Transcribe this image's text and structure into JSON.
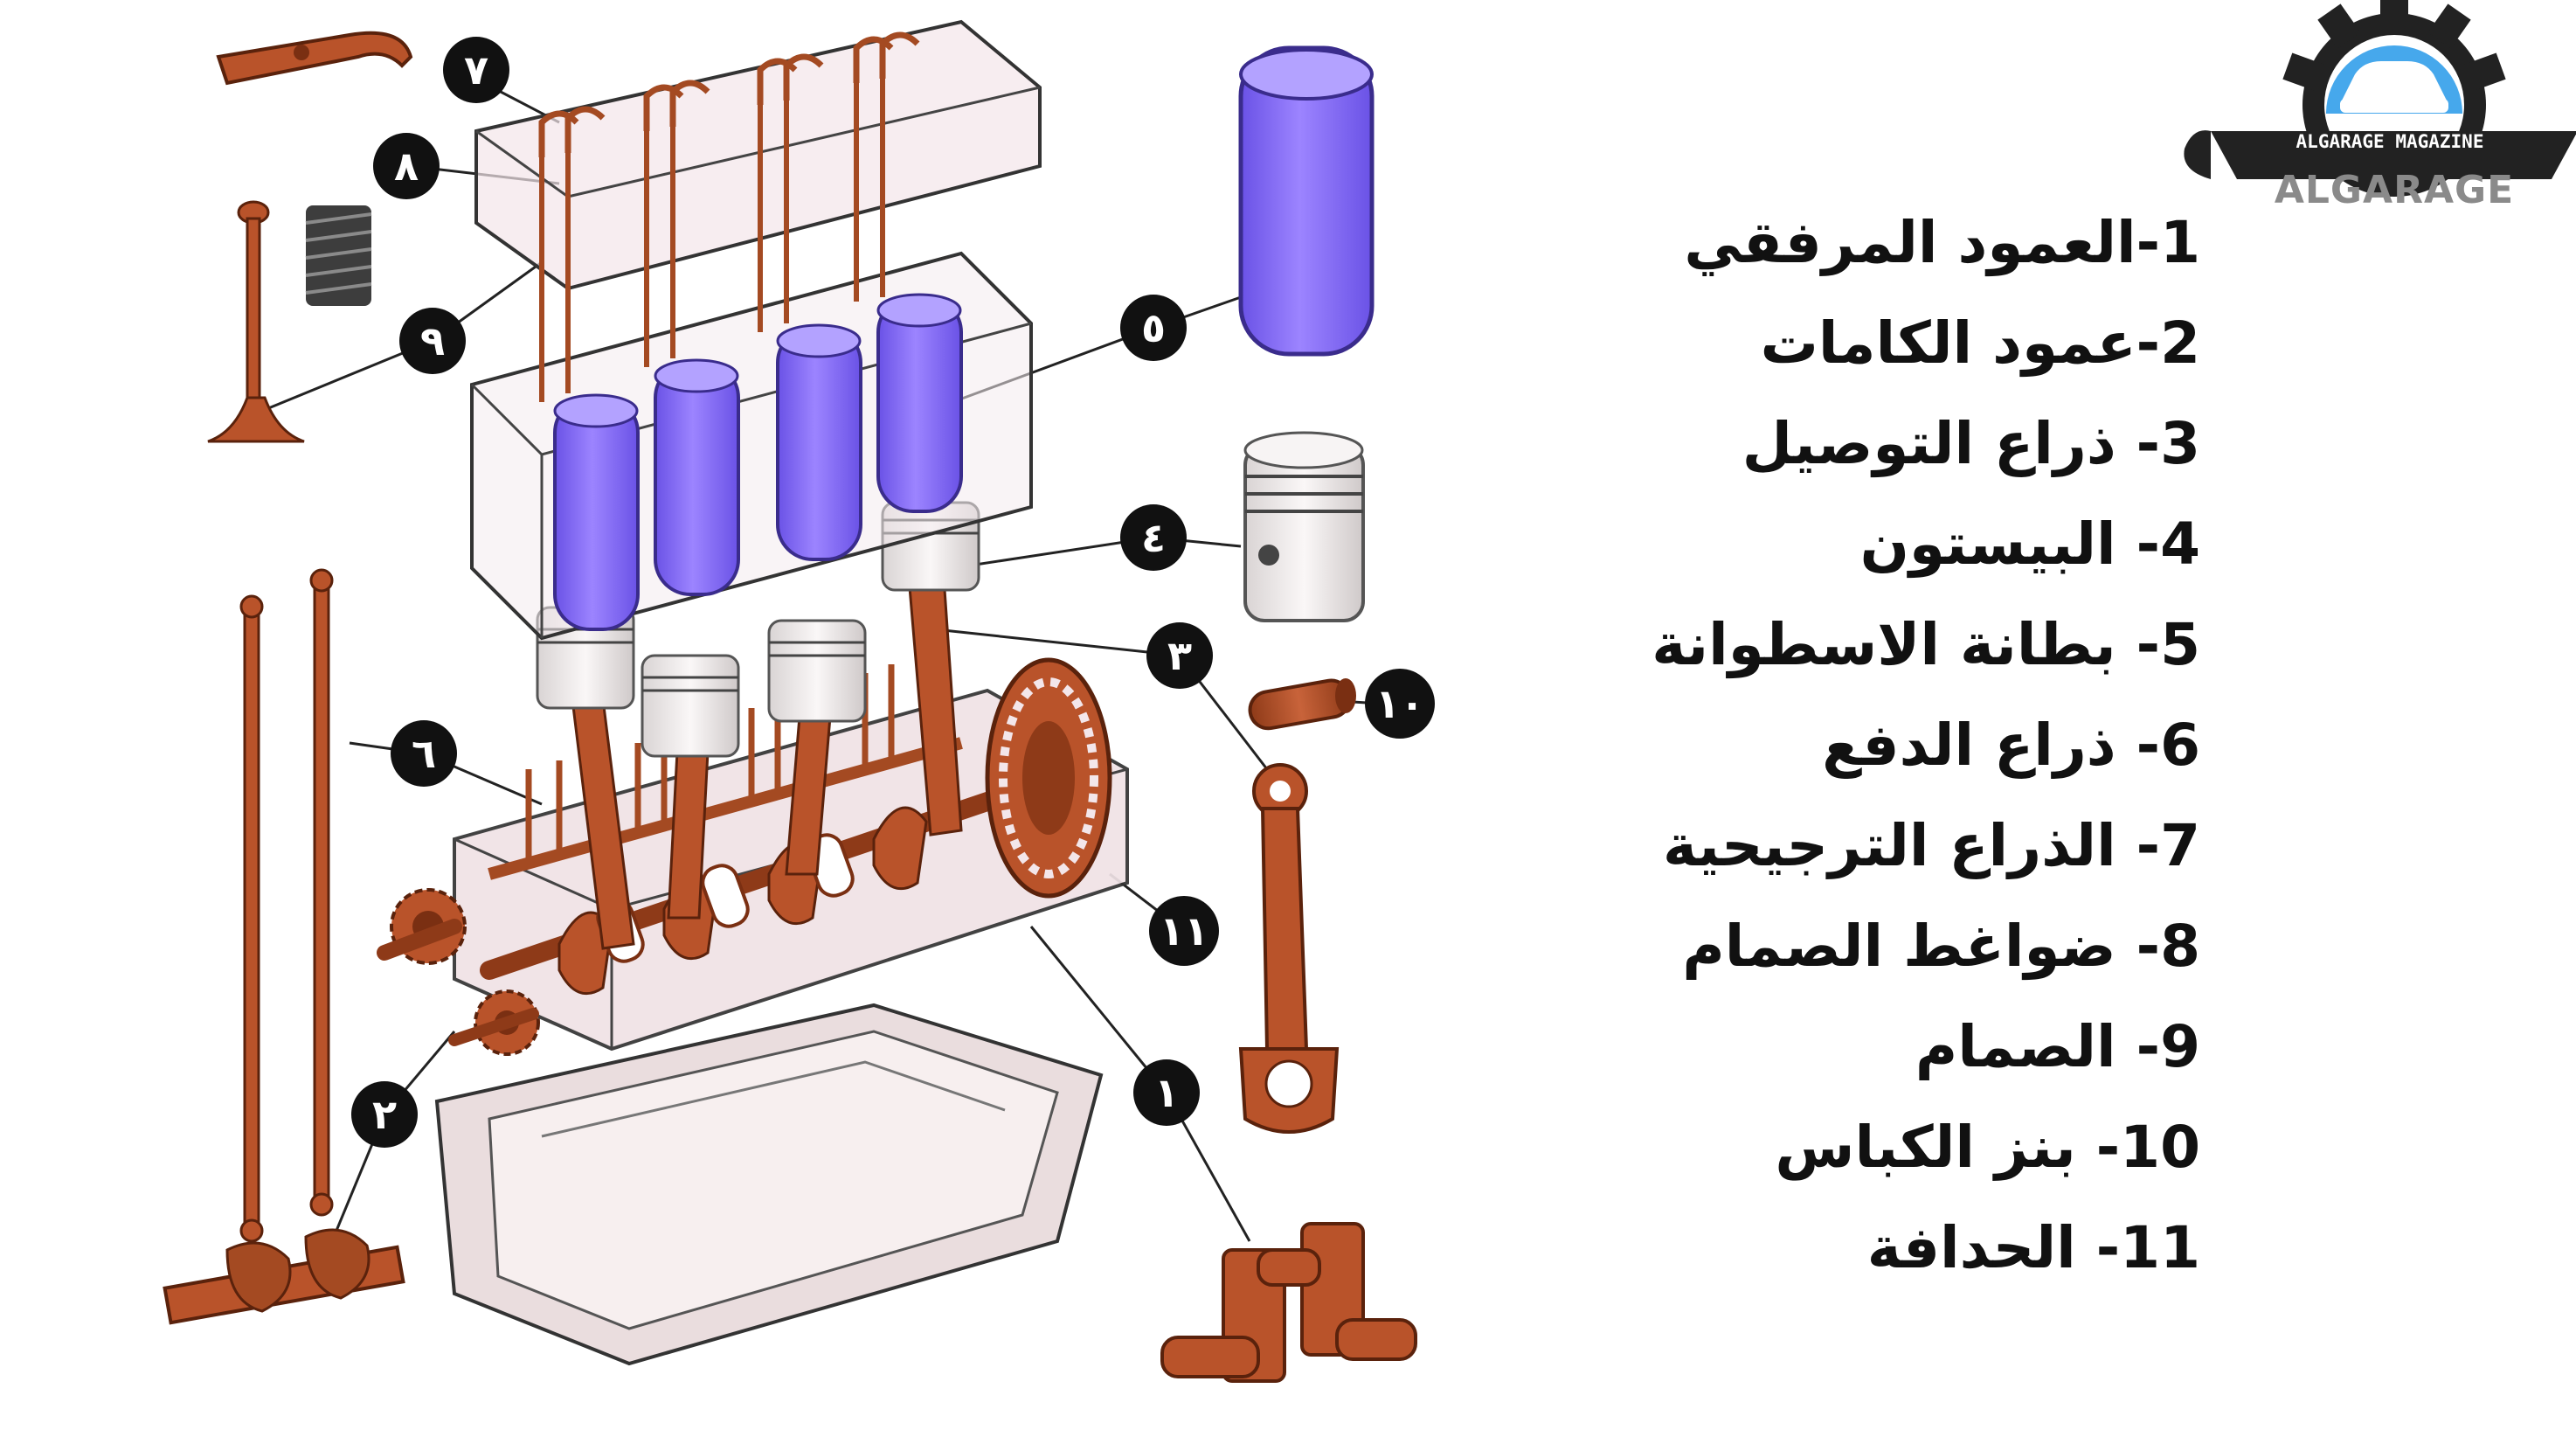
{
  "logo": {
    "name": "ALGARAGE",
    "banner": "ALGARAGE MAGAZINE"
  },
  "legend": [
    "1-العمود المرفقي",
    "2-عمود الكامات",
    "3- ذراع التوصيل",
    "4- البيستون",
    "5- بطانة الاسطوانة",
    "6- ذراع الدفع",
    "7- الذراع الترجيحية",
    "8- ضواغط الصمام",
    "9- الصمام",
    "10- بنز الكباس",
    "11- الحدافة"
  ],
  "callouts": [
    "١",
    "٢",
    "٣",
    "٤",
    "٥",
    "٦",
    "٧",
    "٨",
    "٩",
    "١٠",
    "١١"
  ],
  "colors": {
    "metal": "#b9532a",
    "metal_dark": "#7a2f12",
    "liner": "#8a6df0",
    "liner_dark": "#4b3aa0",
    "housing": "#f3e6ea",
    "badge": "#111111",
    "logo_blue": "#46a8ec"
  }
}
